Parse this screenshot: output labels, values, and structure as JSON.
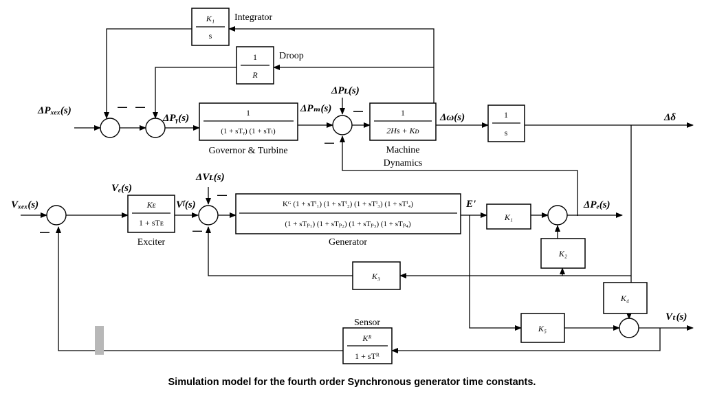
{
  "caption": "Simulation model for the fourth order Synchronous generator time constants.",
  "blocks": {
    "integrator": {
      "num": "K₁",
      "den": "s",
      "label": "Integrator"
    },
    "droop": {
      "num": "1",
      "den": "R",
      "label": "Droop"
    },
    "governor": {
      "num": "1",
      "den": "(1 + sTᵧ) (1 + sTₜ)",
      "label": "Governor & Turbine"
    },
    "machine": {
      "num": "1",
      "den": "2Hs + Kᴅ",
      "label1": "Machine",
      "label2": "Dynamics"
    },
    "angle_integrator": {
      "num": "1",
      "den": "s"
    },
    "exciter": {
      "num": "Kᴇ",
      "den": "1 + sTᴇ",
      "label": "Exciter"
    },
    "generator": {
      "num": "Kᴳ (1 + sTⁱ₁) (1 + sTⁱ₂) (1 + sTⁱ₃) (1 + sTⁱ₄)",
      "den": "(1 + sTₚ₁) (1 + sTₚ₂) (1 + sTₚ₃) (1 + sTₚ₄)",
      "label": "Generator"
    },
    "k1": {
      "text": "K₁"
    },
    "k2": {
      "text": "K₂"
    },
    "k3": {
      "text": "K₃"
    },
    "k4": {
      "text": "K₄"
    },
    "k5": {
      "text": "K₅"
    },
    "sensor": {
      "num": "Kᴿ",
      "den": "1 + sTᴿ",
      "label": "Sensor"
    }
  },
  "signals": {
    "p_ref": "ΔPₓₑₓ(s)",
    "p_g": "ΔPᵧ(s)",
    "p_m": "ΔPₘ(s)",
    "p_l": "ΔPʟ(s)",
    "omega": "Δω(s)",
    "delta": "Δδ",
    "v_l": "ΔVʟ(s)",
    "v_e": "Vₑ(s)",
    "v_f": "Vᶠ(s)",
    "v_ref": "Vₓₑₓ(s)",
    "e_prime": "E'",
    "p_e": "ΔPₑ(s)",
    "v_t": "Vₜ(s)"
  },
  "signs": {
    "minus": "—"
  }
}
